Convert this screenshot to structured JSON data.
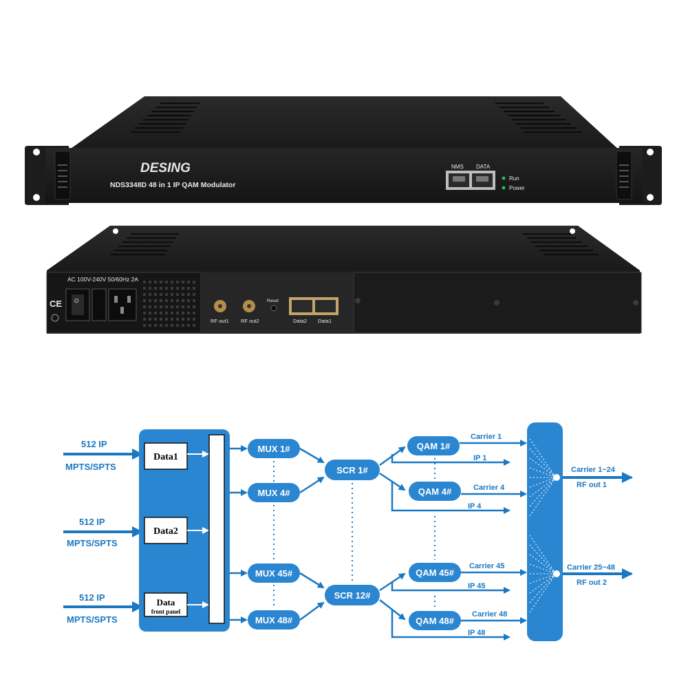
{
  "device_front": {
    "brand": "DESING",
    "model": "NDS3348D 48 in 1 IP QAM Modulator",
    "port_nms": "NMS",
    "port_data": "DATA",
    "led_run": "Run",
    "led_power": "Power"
  },
  "device_rear": {
    "power_spec": "AC 100V-240V 50/60Hz 2A",
    "ce_mark": "CE",
    "rf_out1": "RF out1",
    "rf_out2": "RF out2",
    "reset": "Reset",
    "data2": "Data2",
    "data1": "Data1"
  },
  "diagram": {
    "inputs": [
      {
        "line1": "512 IP",
        "line2": "MPTS/SPTS"
      },
      {
        "line1": "512 IP",
        "line2": "MPTS/SPTS"
      },
      {
        "line1": "512 IP",
        "line2": "MPTS/SPTS"
      }
    ],
    "data_boxes": [
      "Data1",
      "Data2",
      "Data",
      "front panel"
    ],
    "mux": [
      "MUX 1#",
      "MUX 4#",
      "MUX 45#",
      "MUX 48#"
    ],
    "scr": [
      "SCR 1#",
      "SCR 12#"
    ],
    "qam": [
      "QAM 1#",
      "QAM 4#",
      "QAM 45#",
      "QAM 48#"
    ],
    "carriers": [
      "Carrier 1",
      "Carrier 4",
      "Carrier 45",
      "Carrier 48"
    ],
    "ips": [
      "IP 1",
      "IP 4",
      "IP 45",
      "IP 48"
    ],
    "outputs": [
      {
        "line1": "Carrier 1~24",
        "line2": "RF out 1"
      },
      {
        "line1": "Carrier 25~48",
        "line2": "RF out 2"
      }
    ],
    "colors": {
      "blue": "#1a78c2",
      "box": "#2b86d1",
      "white": "#ffffff"
    }
  }
}
